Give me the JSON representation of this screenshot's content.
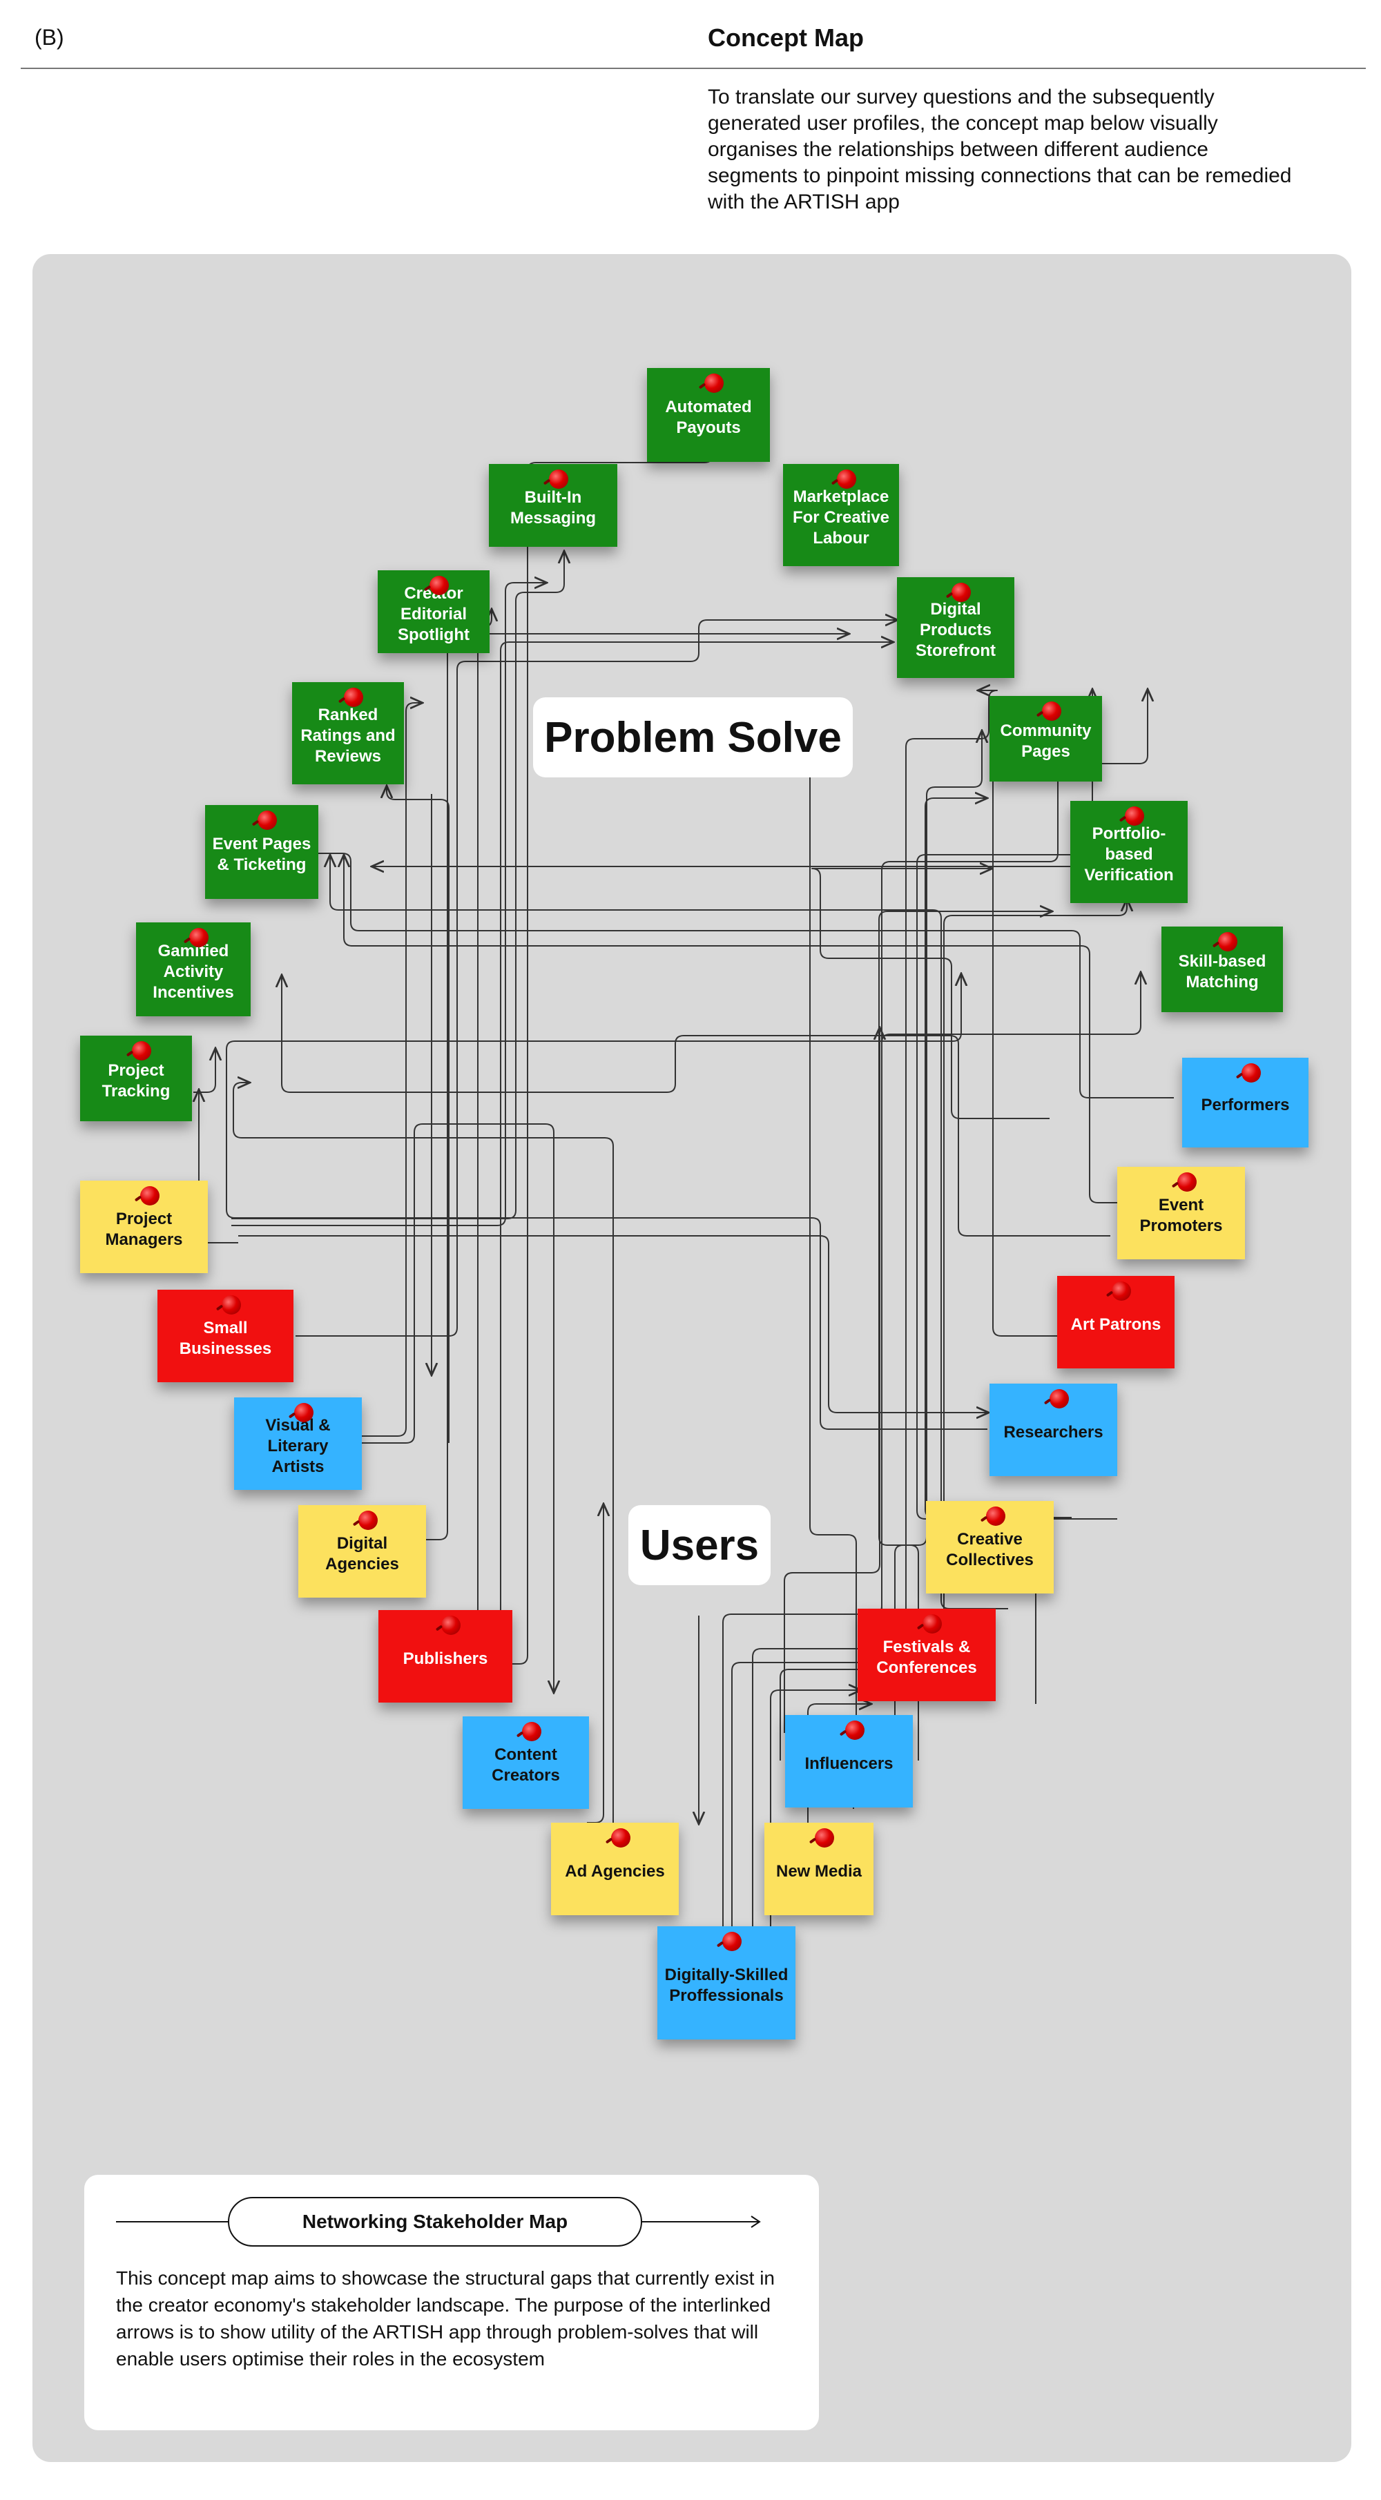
{
  "header": {
    "section_label": "(B)",
    "title": "Concept Map",
    "intro": "To translate our survey questions and the subsequently generated user profiles, the concept map below visually organises the relationships between different audience segments to pinpoint missing connections that can be remedied with the ARTISH app"
  },
  "map": {
    "problem_label": "Problem Solve",
    "users_label": "Users",
    "problem_solves": [
      {
        "text": "Automated Payouts",
        "color": "green"
      },
      {
        "text": "Built-In Messaging",
        "color": "green"
      },
      {
        "text": "Marketplace For Creative Labour",
        "color": "green"
      },
      {
        "text": "Creator Editorial Spotlight",
        "color": "green"
      },
      {
        "text": "Digital Products Storefront",
        "color": "green"
      },
      {
        "text": "Ranked Ratings and Reviews",
        "color": "green"
      },
      {
        "text": "Community Pages",
        "color": "green"
      },
      {
        "text": "Event Pages & Ticketing",
        "color": "green"
      },
      {
        "text": "Portfolio-based Verification",
        "color": "green"
      },
      {
        "text": "Gamified Activity Incentives",
        "color": "green"
      },
      {
        "text": "Skill-based Matching",
        "color": "green"
      },
      {
        "text": "Project Tracking",
        "color": "green"
      }
    ],
    "users": [
      {
        "text": "Performers",
        "color": "blue"
      },
      {
        "text": "Project Managers",
        "color": "yellow"
      },
      {
        "text": "Event Promoters",
        "color": "yellow"
      },
      {
        "text": "Art Patrons",
        "color": "red"
      },
      {
        "text": "Small Businesses",
        "color": "red"
      },
      {
        "text": "Researchers",
        "color": "blue"
      },
      {
        "text": "Visual & Literary Artists",
        "color": "blue"
      },
      {
        "text": "Creative Collectives",
        "color": "yellow"
      },
      {
        "text": "Digital Agencies",
        "color": "yellow"
      },
      {
        "text": "Festivals & Conferences",
        "color": "red"
      },
      {
        "text": "Publishers",
        "color": "red"
      },
      {
        "text": "Content Creators",
        "color": "blue"
      },
      {
        "text": "Influencers",
        "color": "blue"
      },
      {
        "text": "Ad Agencies",
        "color": "yellow"
      },
      {
        "text": "New Media",
        "color": "yellow"
      },
      {
        "text": "Digitally-Skilled Proffessionals",
        "color": "blue"
      }
    ]
  },
  "legend": {
    "title": "Networking Stakeholder Map",
    "description": "This concept map aims to showcase the structural gaps that currently exist in the creator economy's stakeholder landscape. The purpose of the interlinked arrows is to show utility of the ARTISH app through problem-solves that will enable users optimise their roles in the ecosystem"
  },
  "colors": {
    "green": "#178a17",
    "blue": "#35b3ff",
    "yellow": "#fce15e",
    "red": "#f11010",
    "board": "#d9d9d9"
  }
}
